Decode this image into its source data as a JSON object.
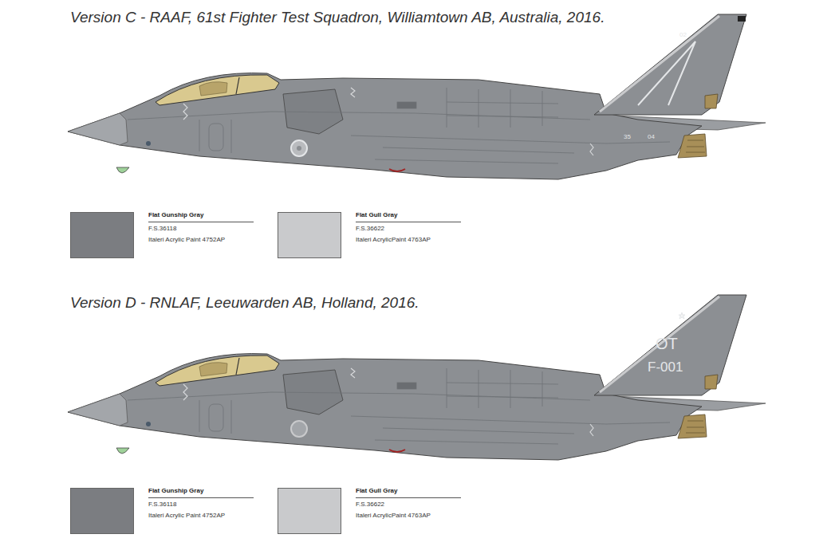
{
  "diagram": {
    "labels": [
      "Version C - RAAF, 61st Fighter Test Squadron, Williamtown AB, Australia, 2016.",
      "F.S.36118",
      "Italeri Acrylic Paint 4752AP",
      "F.S.36622",
      "Italeri AcrylicPaint 4763AP",
      "02",
      "35",
      "04",
      "Version D - RNLAF, Leeuwarden AB, Holland, 2016.",
      "F.S.36118",
      "Italeri Acrylic Paint 4752AP",
      "F.S.36622",
      "Italeri AcrylicPaint 4763AP",
      "OT",
      "F-001"
    ],
    "legend": [
      {
        "text": "Flat Gunship Gray",
        "color": "#7b7d81"
      },
      {
        "text": "Flat Gull Gray",
        "color": "#c9cacc"
      },
      {
        "text": "Flat Gunship Gray",
        "color": "#7b7d81"
      },
      {
        "text": "Flat Gull Gray",
        "color": "#c9cacc"
      }
    ]
  }
}
